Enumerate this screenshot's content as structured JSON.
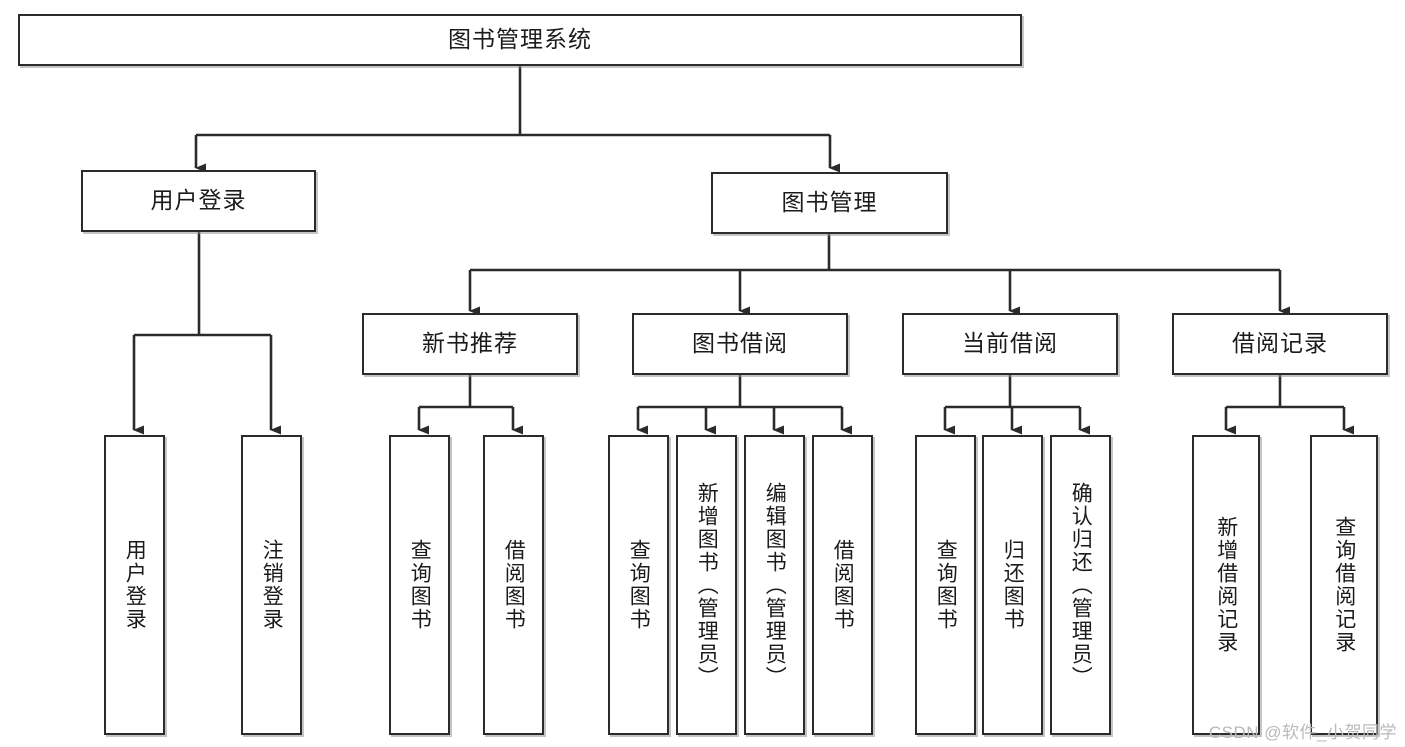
{
  "diagram": {
    "title": "图书管理系统",
    "type": "tree-diagram",
    "watermark": "CSDN @软件_小贺同学",
    "nodes": {
      "root": {
        "label": "图书管理系统"
      },
      "level2": [
        {
          "id": "user-login",
          "label": "用户登录"
        },
        {
          "id": "book-management",
          "label": "图书管理"
        }
      ],
      "level3": [
        {
          "id": "new-book-recommend",
          "label": "新书推荐"
        },
        {
          "id": "book-borrow",
          "label": "图书借阅"
        },
        {
          "id": "current-borrow",
          "label": "当前借阅"
        },
        {
          "id": "borrow-record",
          "label": "借阅记录"
        }
      ],
      "leaves": {
        "user_login": [
          {
            "id": "leaf-user-login",
            "label": "用户登录"
          },
          {
            "id": "leaf-logout",
            "label": "注销登录"
          }
        ],
        "new_book_recommend": [
          {
            "id": "leaf-query-book-1",
            "label": "查询图书"
          },
          {
            "id": "leaf-borrow-book-1",
            "label": "借阅图书"
          }
        ],
        "book_borrow": [
          {
            "id": "leaf-query-book-2",
            "label": "查询图书"
          },
          {
            "id": "leaf-add-book",
            "label": "新增图书（管理员）"
          },
          {
            "id": "leaf-edit-book",
            "label": "编辑图书（管理员）"
          },
          {
            "id": "leaf-borrow-book-2",
            "label": "借阅图书"
          }
        ],
        "current_borrow": [
          {
            "id": "leaf-query-book-3",
            "label": "查询图书"
          },
          {
            "id": "leaf-return-book",
            "label": "归还图书"
          },
          {
            "id": "leaf-confirm-return",
            "label": "确认归还（管理员）"
          }
        ],
        "borrow_record": [
          {
            "id": "leaf-add-record",
            "label": "新增借阅记录"
          },
          {
            "id": "leaf-query-record",
            "label": "查询借阅记录"
          }
        ]
      }
    },
    "colors": {
      "border": "#2b2b2b",
      "background": "#ffffff",
      "text": "#1b1b1b",
      "shadow": "#969696",
      "watermark": "#b9b9b9"
    }
  }
}
